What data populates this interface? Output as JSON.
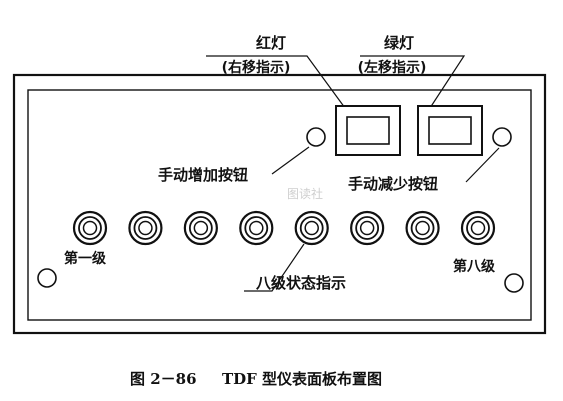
{
  "labels": {
    "red_light": "红灯",
    "red_light_note": "(右移指示)",
    "green_light": "绿灯",
    "green_light_note": "(左移指示)",
    "manual_increase": "手动增加按钮",
    "manual_decrease": "手动减少按钮",
    "level_first": "第一级",
    "level_eighth": "第八级",
    "eight_level_status": "八级状态指示",
    "watermark": "图读社"
  },
  "caption": {
    "figure_number": "图 2－86",
    "title": "TDF 型仪表面板布置图"
  },
  "indicator_count": 8
}
